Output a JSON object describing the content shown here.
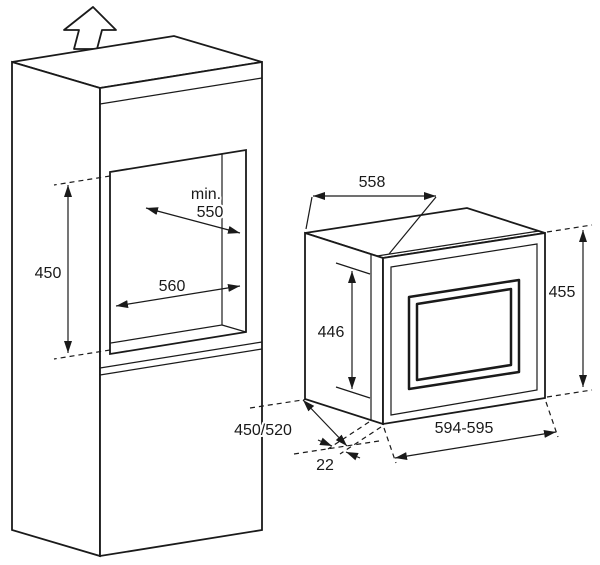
{
  "diagram": {
    "ventilation_icon": "up-arrow",
    "labels": {
      "niche_height": "450",
      "min_prefix": "min.",
      "min_depth": "550",
      "niche_width": "560",
      "cabinet_depth": "450/520",
      "oven_depth": "558",
      "oven_body_height": "446",
      "oven_total_height": "455",
      "oven_width": "594-595",
      "door_overhang": "22"
    },
    "colors": {
      "line": "#1a1a1a",
      "background": "#ffffff"
    }
  }
}
